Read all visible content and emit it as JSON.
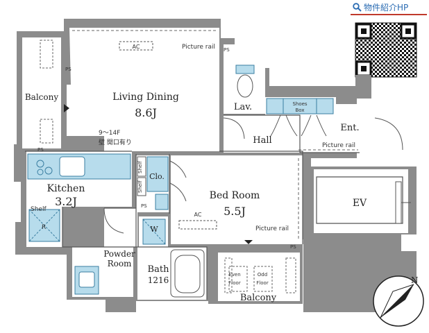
{
  "header": {
    "link_label": "物件紹介HP",
    "icon": "search-icon"
  },
  "qr": {
    "icon": "qr-code-icon"
  },
  "rooms": {
    "living_dining": {
      "name": "Living Dining",
      "size": "8.6J"
    },
    "kitchen": {
      "name": "Kitchen",
      "size": "3.2J"
    },
    "bedroom": {
      "name": "Bed Room",
      "size": "5.5J"
    },
    "balcony_left": "Balcony",
    "balcony_bottom": "Balcony",
    "lav": "Lav.",
    "hall": "Hall",
    "ent": "Ent.",
    "ev": "EV",
    "powder_room_line1": "Powder",
    "powder_room_line2": "Room",
    "bath_line1": "Bath",
    "bath_line2": "1216",
    "clo": "Clo.",
    "w": "W"
  },
  "labels": {
    "ac_ld": "AC",
    "ac_bed": "AC",
    "picture_rail_ld": "Picture rail",
    "picture_rail_ent": "Picture rail",
    "picture_rail_bed": "Picture rail",
    "shoes_line1": "Shoes",
    "shoes_line2": "Box",
    "floors": "9～14F",
    "wall_opening": "壁 開口有り",
    "shelf": "Shelf",
    "shelf_left": "Shelf",
    "shelf_mid": "Shelf",
    "ps": "PS",
    "r": "R",
    "even_floor_1": "Even",
    "even_floor_2": "Floor",
    "odd_floor_1": "Odd",
    "odd_floor_2": "Floor"
  },
  "compass": {
    "north_label": "N",
    "icon": "north-arrow-icon"
  },
  "colors": {
    "wall": "#8c8c8c",
    "fixture": "#b7dcec",
    "fixture_stroke": "#3a7ea1",
    "hp_text": "#2b6cb3",
    "hp_underline": "#c0392b"
  }
}
